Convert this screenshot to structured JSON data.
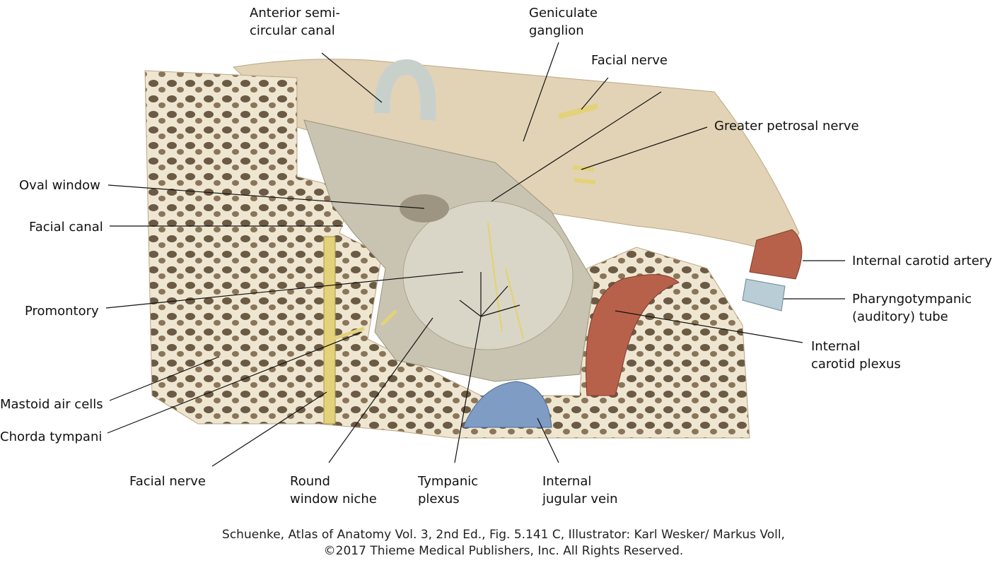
{
  "labels": {
    "anterior_semicircular_canal": [
      "Anterior semi-",
      "circular canal"
    ],
    "geniculate_ganglion": [
      "Geniculate",
      "ganglion"
    ],
    "facial_nerve_top": "Facial nerve",
    "greater_petrosal_nerve": "Greater petrosal nerve",
    "oval_window": "Oval window",
    "facial_canal": "Facial canal",
    "promontory": "Promontory",
    "mastoid_air_cells": "Mastoid air cells",
    "chorda_tympani": "Chorda tympani",
    "facial_nerve_bottom": "Facial nerve",
    "round_window_niche": [
      "Round",
      "window niche"
    ],
    "tympanic_plexus": [
      "Tympanic",
      "plexus"
    ],
    "internal_jugular_vein": [
      "Internal",
      "jugular vein"
    ],
    "internal_carotid_artery": "Internal carotid artery",
    "pharyngotympanic_tube": [
      "Pharyngotympanic",
      "(auditory) tube"
    ],
    "internal_carotid_plexus": [
      "Internal",
      "carotid plexus"
    ]
  },
  "caption": [
    "Schuenke, Atlas of Anatomy Vol. 3, 2nd Ed., Fig. 5.141 C, Illustrator: Karl Wesker/ Markus Voll,",
    "©2017 Thieme Medical Publishers, Inc. All Rights Reserved."
  ],
  "colors": {
    "bone": "#e8dcc4",
    "cavity": "#c9c4b2",
    "nerve": "#e3d27a",
    "artery": "#b8614a",
    "vein": "#7f9cc4",
    "tube": "#b8cdd6"
  }
}
